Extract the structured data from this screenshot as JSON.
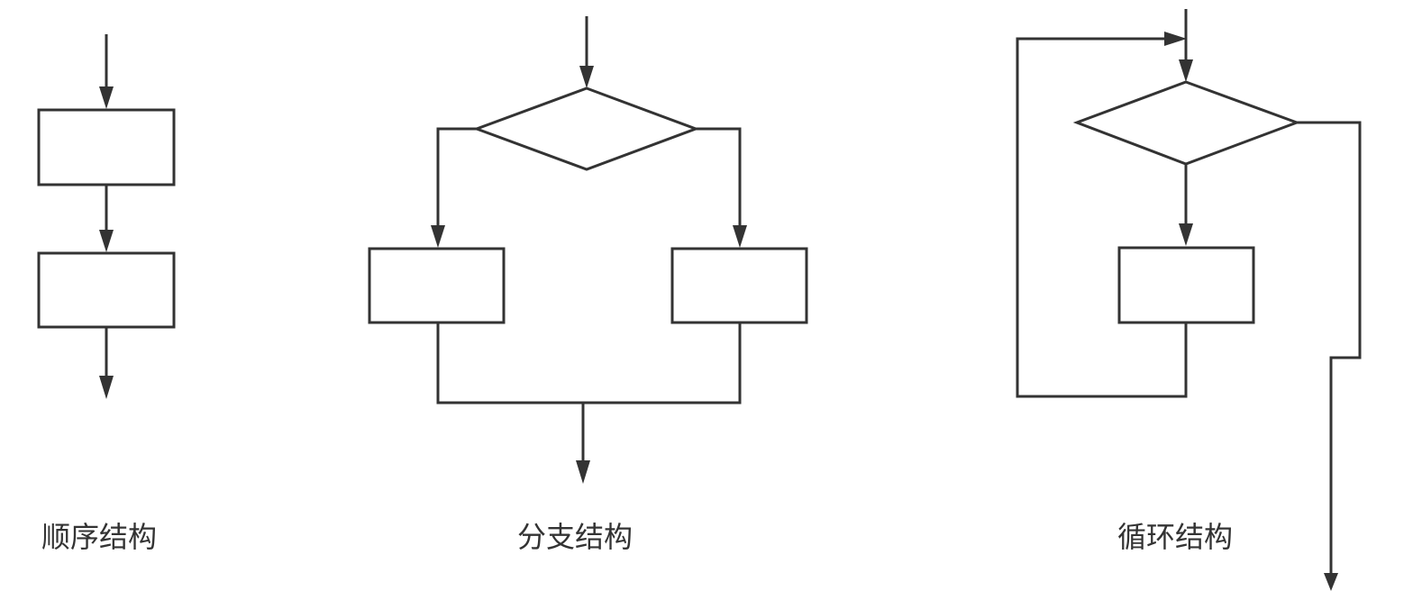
{
  "diagrams": {
    "sequence": {
      "caption": "顺序结构"
    },
    "branch": {
      "caption": "分支结构"
    },
    "loop": {
      "caption": "循环结构"
    }
  },
  "colors": {
    "stroke": "#333333",
    "background": "#ffffff"
  }
}
